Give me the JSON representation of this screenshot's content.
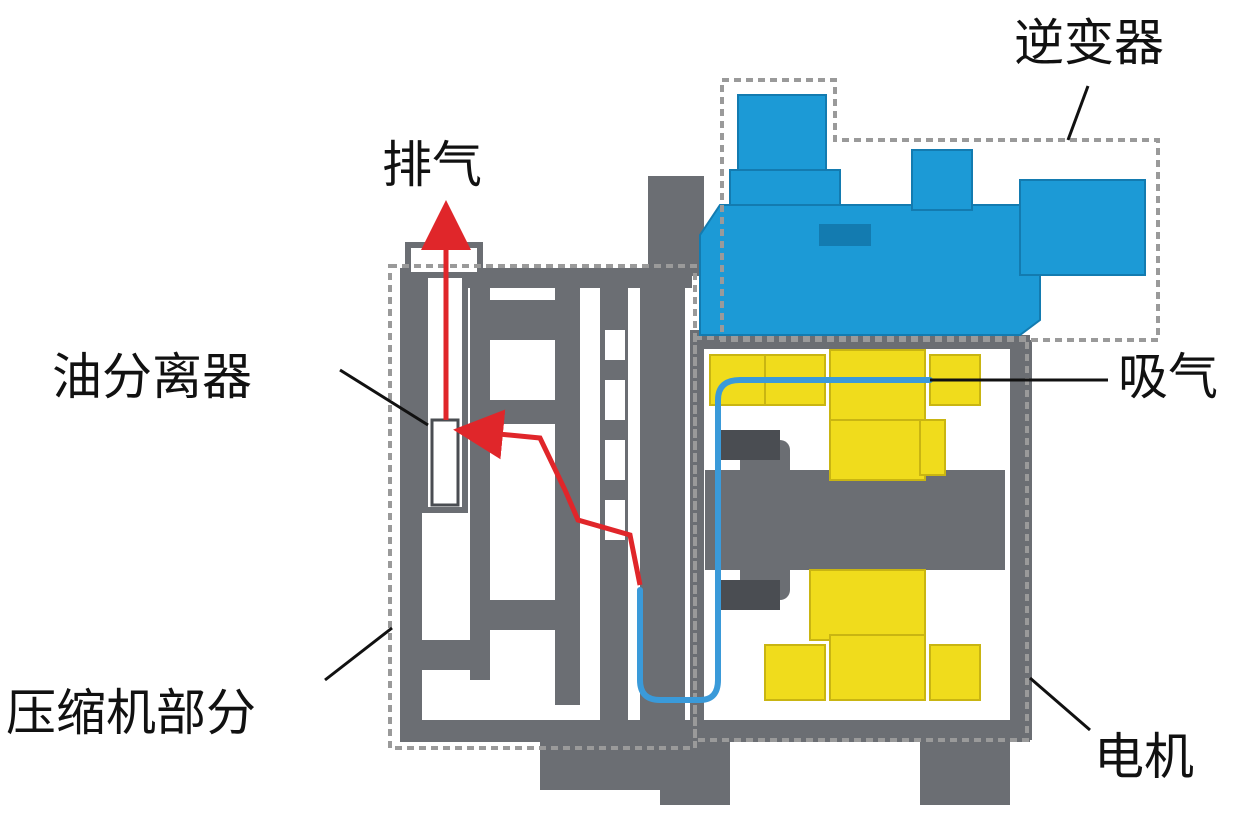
{
  "labels": {
    "inverter": "逆变器",
    "exhaust": "排气",
    "oil_separator": "油分离器",
    "suction": "吸气",
    "compressor_section": "压缩机部分",
    "motor": "电机"
  },
  "colors": {
    "housing": "#6b6e73",
    "housing_dark": "#4a4d52",
    "inverter": "#1c9ad6",
    "motor_winding": "#f0dc1c",
    "exhaust_flow": "#e0262a",
    "suction_flow": "#3a9ad9",
    "outline_dashed": "#9a9a9a",
    "leader_line": "#111111"
  }
}
